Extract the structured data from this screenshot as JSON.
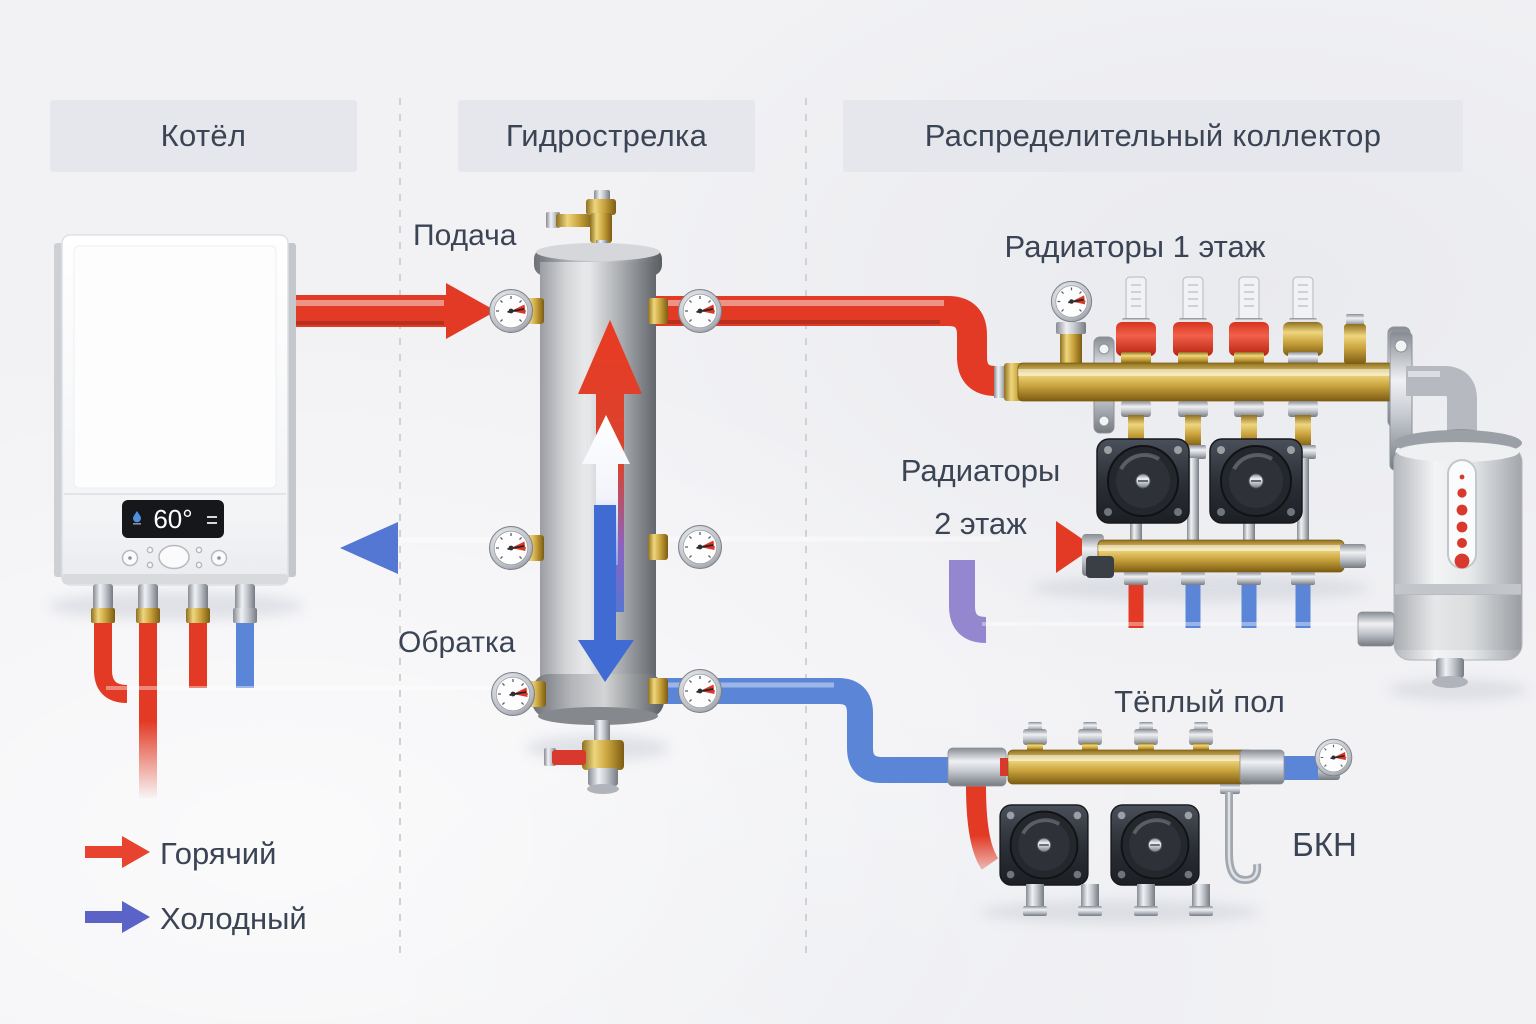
{
  "headers": {
    "boiler": "Котёл",
    "separator": "Гидрострелка",
    "collector": "Распределительный коллектор"
  },
  "labels": {
    "supply": "Подача",
    "return": "Обратка",
    "radiators_floor1": "Радиаторы 1 этаж",
    "radiators_floor2_line1": "Радиаторы",
    "radiators_floor2_line2": "2 этаж",
    "underfloor": "Тёплый пол",
    "bkn": "БКН"
  },
  "boiler": {
    "display_temperature": "60°"
  },
  "legend": {
    "hot": {
      "label": "Горячий",
      "color": "#e8432e"
    },
    "cold": {
      "label": "Холодный",
      "color": "#5b63c6"
    }
  },
  "colors": {
    "hot_pipe": "#e23a24",
    "cold_pipe": "#5b86d8",
    "mixed_pipe": "#9486cf",
    "brass": "#c9a43e",
    "steel": "#b9bcc1",
    "text": "#3b4454",
    "header_bg": "#e4e6eb",
    "background": "#f2f2f5"
  },
  "icons": {
    "boiler_display_left": "water-drop-icon",
    "boiler_display_right": "menu-lines-icon"
  }
}
